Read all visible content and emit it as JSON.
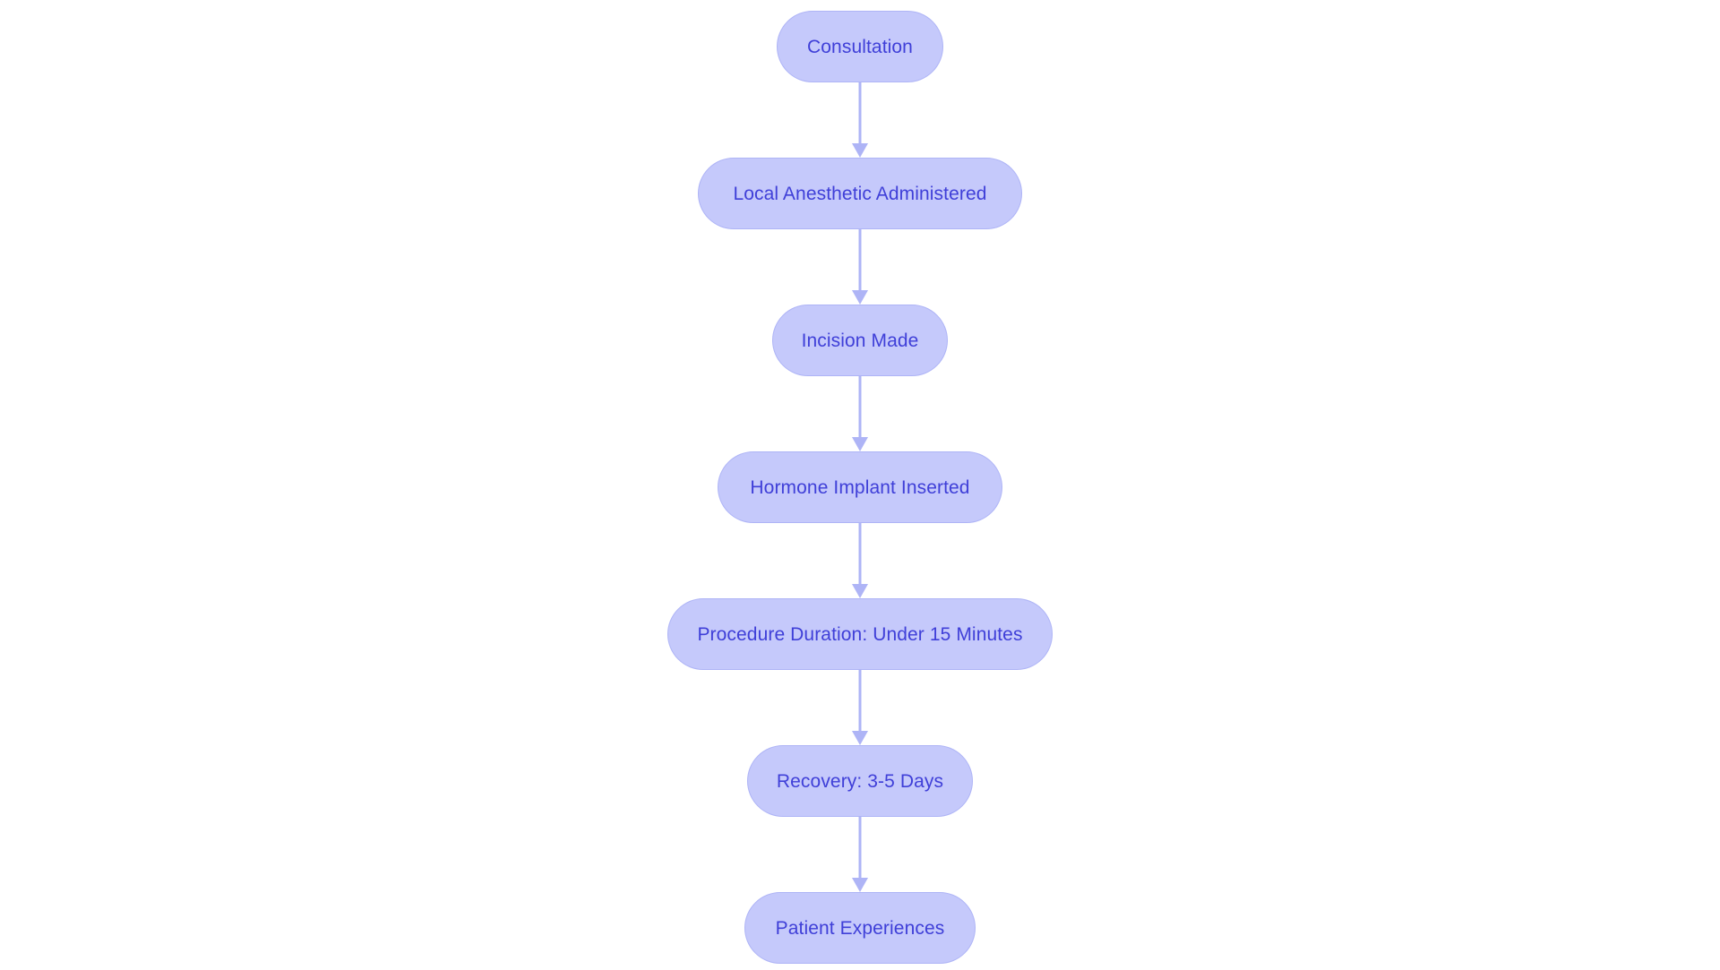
{
  "diagram": {
    "type": "flowchart",
    "orientation": "vertical-top-down",
    "background_color": "#ffffff",
    "node_fill_color": "#c5c9fb",
    "node_border_color": "#aeb4f6",
    "node_text_color": "#3f3fd8",
    "connector_color": "#aeb4f6",
    "nodes": [
      {
        "id": "consultation",
        "label": "Consultation"
      },
      {
        "id": "anesthetic",
        "label": "Local Anesthetic Administered"
      },
      {
        "id": "incision",
        "label": "Incision Made"
      },
      {
        "id": "implant",
        "label": "Hormone Implant Inserted"
      },
      {
        "id": "duration",
        "label": "Procedure Duration: Under 15 Minutes"
      },
      {
        "id": "recovery",
        "label": "Recovery: 3-5 Days"
      },
      {
        "id": "experiences",
        "label": "Patient Experiences"
      }
    ],
    "connectors": [
      {
        "from": "consultation",
        "to": "anesthetic",
        "arrow": "down-arrow"
      },
      {
        "from": "anesthetic",
        "to": "incision",
        "arrow": "down-arrow"
      },
      {
        "from": "incision",
        "to": "implant",
        "arrow": "down-arrow"
      },
      {
        "from": "implant",
        "to": "duration",
        "arrow": "down-arrow"
      },
      {
        "from": "duration",
        "to": "recovery",
        "arrow": "down-arrow"
      },
      {
        "from": "recovery",
        "to": "experiences",
        "arrow": "down-arrow"
      }
    ]
  }
}
